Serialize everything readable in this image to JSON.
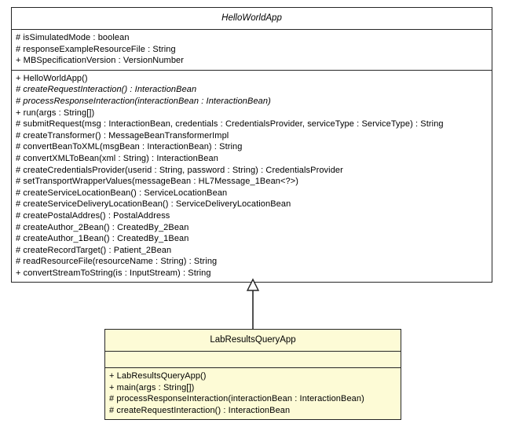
{
  "diagram": {
    "type": "uml-class-diagram",
    "background_color": "#ffffff",
    "classes": [
      {
        "id": "helloworldapp",
        "name": "HelloWorldApp",
        "is_abstract": true,
        "fill_color": "#ffffff",
        "border_color": "#262626",
        "attributes": [
          "# isSimulatedMode : boolean",
          "# responseExampleResourceFile : String",
          "+ MBSpecificationVersion : VersionNumber"
        ],
        "operations": [
          {
            "text": "+ HelloWorldApp()",
            "abstract": false
          },
          {
            "text": "# createRequestInteraction() : InteractionBean",
            "abstract": true
          },
          {
            "text": "# processResponseInteraction(interactionBean : InteractionBean)",
            "abstract": true
          },
          {
            "text": "+ run(args : String[])",
            "abstract": false
          },
          {
            "text": "# submitRequest(msg : InteractionBean, credentials : CredentialsProvider, serviceType : ServiceType) : String",
            "abstract": false
          },
          {
            "text": "# createTransformer() : MessageBeanTransformerImpl",
            "abstract": false
          },
          {
            "text": "# convertBeanToXML(msgBean : InteractionBean) : String",
            "abstract": false
          },
          {
            "text": "# convertXMLToBean(xml : String) : InteractionBean",
            "abstract": false
          },
          {
            "text": "# createCredentialsProvider(userid : String, password : String) : CredentialsProvider",
            "abstract": false
          },
          {
            "text": "# setTransportWrapperValues(messageBean : HL7Message_1Bean<?>)",
            "abstract": false
          },
          {
            "text": "# createServiceLocationBean() : ServiceLocationBean",
            "abstract": false
          },
          {
            "text": "# createServiceDeliveryLocationBean() : ServiceDeliveryLocationBean",
            "abstract": false
          },
          {
            "text": "# createPostalAddres() : PostalAddress",
            "abstract": false
          },
          {
            "text": "# createAuthor_2Bean() : CreatedBy_2Bean",
            "abstract": false
          },
          {
            "text": "# createAuthor_1Bean() : CreatedBy_1Bean",
            "abstract": false
          },
          {
            "text": "# createRecordTarget() : Patient_2Bean",
            "abstract": false
          },
          {
            "text": "# readResourceFile(resourceName : String) : String",
            "abstract": false
          },
          {
            "text": "+ convertStreamToString(is : InputStream) : String",
            "abstract": false
          }
        ]
      },
      {
        "id": "labresultsqueryapp",
        "name": "LabResultsQueryApp",
        "is_abstract": false,
        "fill_color": "#fdfbd6",
        "border_color": "#262626",
        "attributes": [],
        "operations": [
          {
            "text": "+ LabResultsQueryApp()",
            "abstract": false
          },
          {
            "text": "+ main(args : String[])",
            "abstract": false
          },
          {
            "text": "# processResponseInteraction(interactionBean : InteractionBean)",
            "abstract": false
          },
          {
            "text": "# createRequestInteraction() : InteractionBean",
            "abstract": false
          }
        ]
      }
    ],
    "relationships": [
      {
        "kind": "generalization",
        "label": "",
        "from": "LabResultsQueryApp",
        "to": "HelloWorldApp",
        "arrow": "hollow-triangle"
      }
    ]
  }
}
